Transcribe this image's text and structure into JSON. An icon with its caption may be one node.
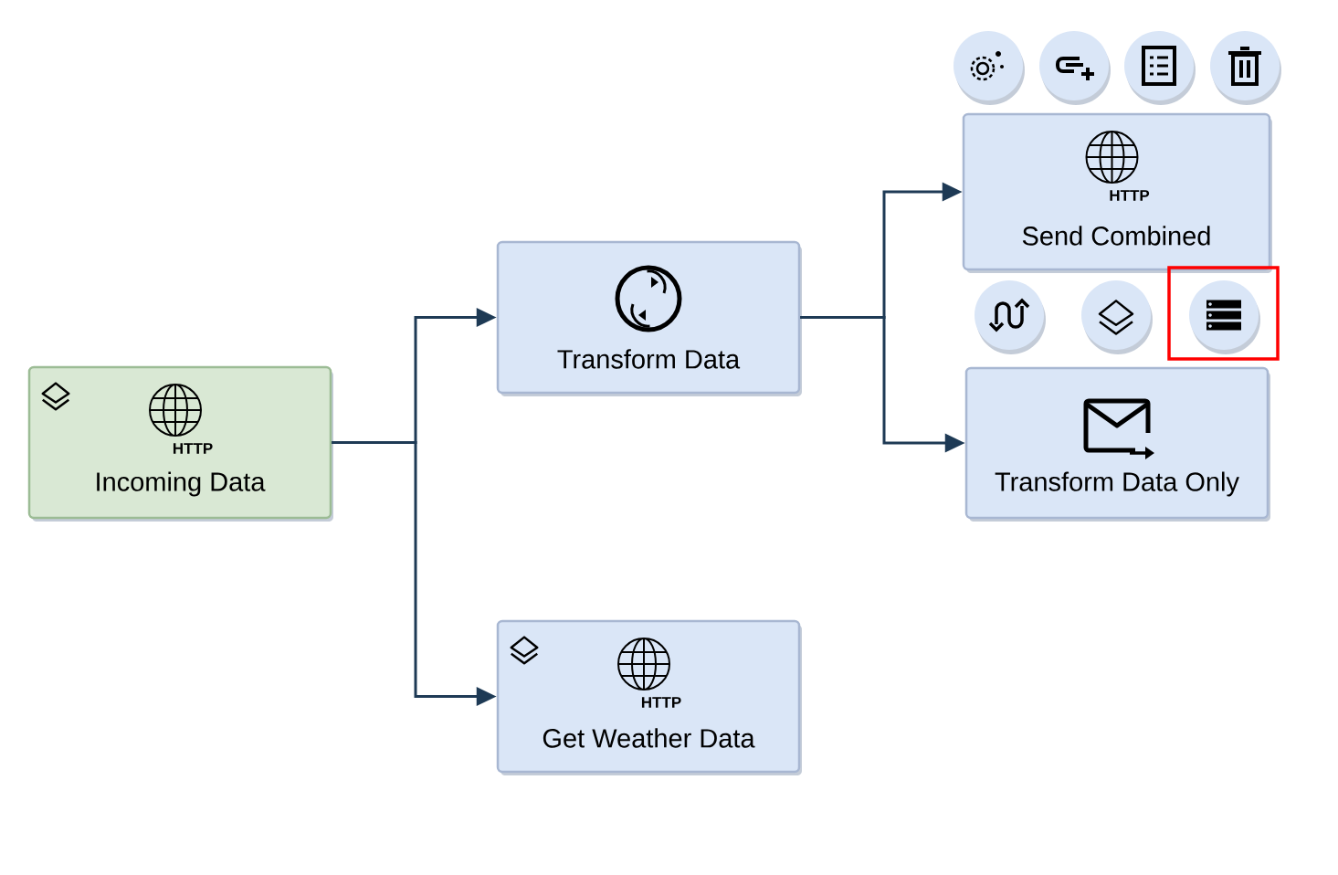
{
  "diagram": {
    "nodes": [
      {
        "text": [
          "HTTP",
          "Incoming Data"
        ]
      },
      {
        "text": [
          "Transform Data"
        ]
      },
      {
        "text": [
          "HTTP",
          "Get Weather Data"
        ]
      },
      {
        "text": [
          "HTTP",
          "Send Combined"
        ]
      },
      {
        "text": [
          "Transform Data Only"
        ]
      }
    ],
    "edges": [
      {
        "from": 0,
        "to": 1,
        "arrow": "to"
      },
      {
        "from": 0,
        "to": 2,
        "arrow": "to"
      },
      {
        "from": 1,
        "to": 3,
        "arrow": "to"
      },
      {
        "from": 1,
        "to": 4,
        "arrow": "to"
      }
    ]
  }
}
